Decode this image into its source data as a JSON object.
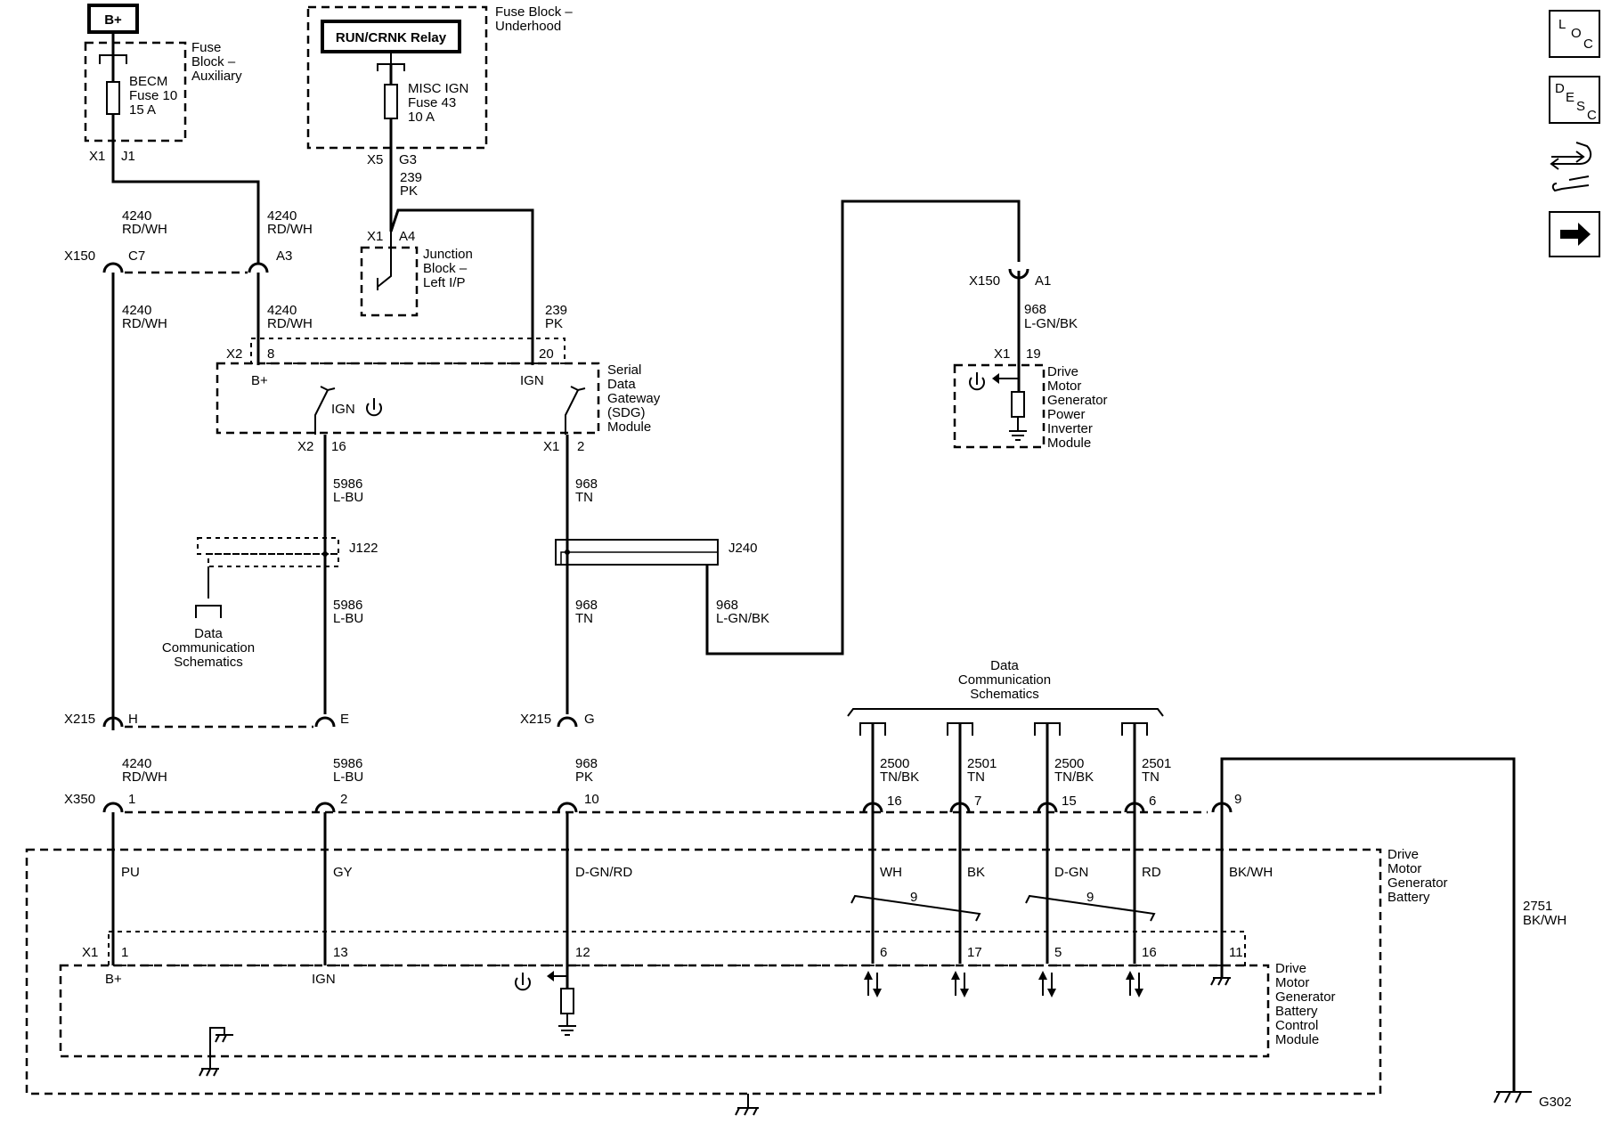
{
  "power": {
    "bplus": "B+"
  },
  "fuse_aux": {
    "title": [
      "Fuse",
      "Block –",
      "Auxiliary"
    ],
    "fuse": [
      "BECM",
      "Fuse 10",
      "15 A"
    ],
    "pin_x1": "X1",
    "pin_j1": "J1"
  },
  "fuse_uh": {
    "title": [
      "Fuse Block –",
      "Underhood"
    ],
    "relay": "RUN/CRNK Relay",
    "fuse": [
      "MISC IGN",
      "Fuse 43",
      "10 A"
    ],
    "pin_x5": "X5",
    "pin_g3": "G3",
    "wire": [
      "239",
      "PK"
    ]
  },
  "junction": {
    "title": [
      "Junction",
      "Block –",
      "Left I/P"
    ],
    "pin_x1": "X1",
    "pin_a4": "A4"
  },
  "wires": {
    "w4240": [
      "4240",
      "RD/WH"
    ],
    "w239": [
      "239",
      "PK"
    ],
    "w5986": [
      "5986",
      "L-BU"
    ],
    "w968tn": [
      "968",
      "TN"
    ],
    "w968lg": [
      "968",
      "L-GN/BK"
    ],
    "w968pk": [
      "968",
      "PK"
    ],
    "w2751": [
      "2751",
      "BK/WH"
    ]
  },
  "connectors": {
    "x150": "X150",
    "c7": "C7",
    "a3": "A3",
    "a1": "A1",
    "x215": "X215",
    "h": "H",
    "e": "E",
    "g": "G",
    "x350": "X350",
    "j122": "J122",
    "j240": "J240"
  },
  "sdg": {
    "title": [
      "Serial",
      "Data",
      "Gateway",
      "(SDG)",
      "Module"
    ],
    "x2": "X2",
    "pin8": "8",
    "pin20": "20",
    "bplus": "B+",
    "ign": "IGN",
    "ign2": "IGN",
    "x2b": "X2",
    "pin16": "16",
    "x1": "X1",
    "pin2": "2"
  },
  "inverter": {
    "title": [
      "Drive",
      "Motor",
      "Generator",
      "Power",
      "Inverter",
      "Module"
    ],
    "x1": "X1",
    "pin19": "19"
  },
  "data_comm": [
    "Data",
    "Communication",
    "Schematics"
  ],
  "can_wires": [
    {
      "num": "2500",
      "color": "TN/BK",
      "pin": "16",
      "inner_color": "WH",
      "inner_pin": "6"
    },
    {
      "num": "2501",
      "color": "TN",
      "pin": "7",
      "inner_color": "BK",
      "inner_pin": "17"
    },
    {
      "num": "2500",
      "color": "TN/BK",
      "pin": "15",
      "inner_color": "D-GN",
      "inner_pin": "5"
    },
    {
      "num": "2501",
      "color": "TN",
      "pin": "6",
      "inner_color": "RD",
      "inner_pin": "16"
    }
  ],
  "x350_pins": {
    "p1": "1",
    "p2": "2",
    "p10": "10",
    "p9": "9"
  },
  "battery": {
    "title": [
      "Drive",
      "Motor",
      "Generator",
      "Battery"
    ],
    "pu": "PU",
    "gy": "GY",
    "dgnrd": "D-GN/RD",
    "bkwh": "BK/WH",
    "twist": "9",
    "twist2": "9"
  },
  "bcm": {
    "title": [
      "Drive",
      "Motor",
      "Generator",
      "Battery",
      "Control",
      "Module"
    ],
    "x1": "X1",
    "p1": "1",
    "p13": "13",
    "p12": "12",
    "p11": "11",
    "bplus": "B+",
    "ign": "IGN"
  },
  "ground": {
    "g302": "G302"
  },
  "side_buttons": [
    {
      "name": "loc",
      "letters": [
        "L",
        "O",
        "C"
      ]
    },
    {
      "name": "desc",
      "letters": [
        "D",
        "E",
        "S",
        "C"
      ]
    }
  ]
}
